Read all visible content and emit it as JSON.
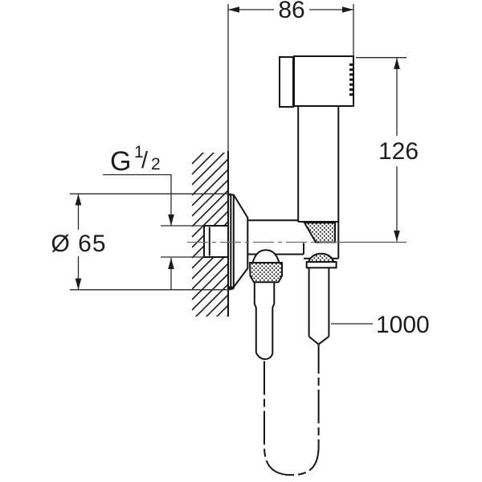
{
  "drawing": {
    "description_colors": {
      "background": "#ffffff",
      "object_line": "#141414",
      "dimension_line": "#2b2b2b",
      "center_line": "#6e6e6e"
    },
    "labels": {
      "width": "86",
      "height": "126",
      "flange_diameter": "Ø 65",
      "thread_g": "G",
      "thread_numerator": "1",
      "thread_slash": "/",
      "thread_denominator": "2",
      "hose_length": "1000"
    }
  }
}
